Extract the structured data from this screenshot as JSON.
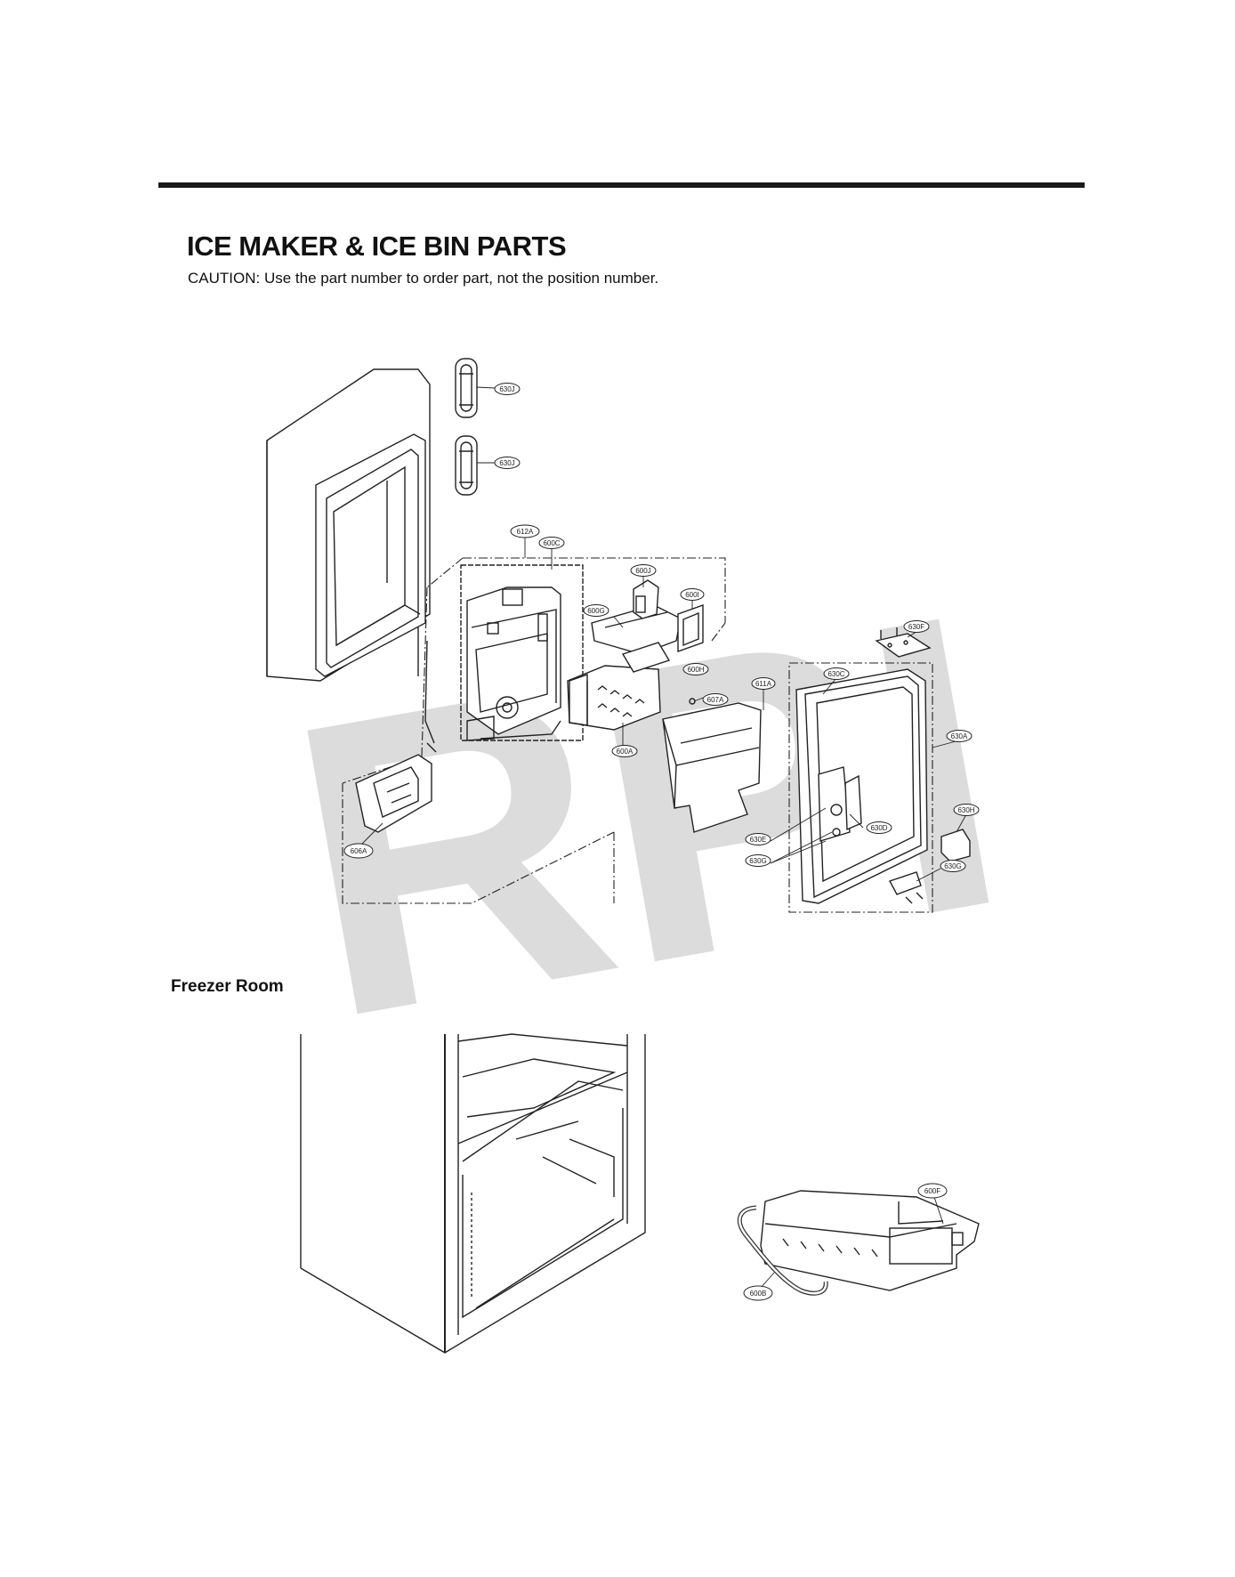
{
  "page": {
    "title": "ICE MAKER & ICE BIN PARTS",
    "caution": "CAUTION: Use the part number to order part, not the position number.",
    "section_label": "Freezer Room",
    "watermark": "RPI"
  },
  "callouts": {
    "c630j_top": "630J",
    "c630j_bottom": "630J",
    "c612a": "612A",
    "c600c": "600C",
    "c600j": "600J",
    "c600g": "600G",
    "c600i": "600I",
    "c600h": "600H",
    "c607a": "607A",
    "c600a": "600A",
    "c611a": "611A",
    "c630f": "630F",
    "c630c": "630C",
    "c630a": "630A",
    "c630h": "630H",
    "c630d": "630D",
    "c630e": "630E",
    "c630g_screw": "630G",
    "c630g_bracket": "630G",
    "c606a": "606A",
    "c600f": "600F",
    "c600b": "600B"
  }
}
